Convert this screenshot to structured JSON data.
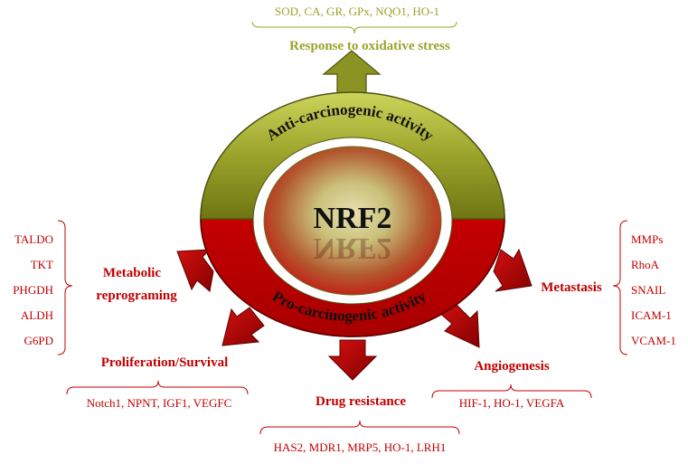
{
  "center": {
    "label": "NRF2"
  },
  "ring": {
    "top_label": "Anti-carcinogenic activity",
    "bottom_label": "Pro-carcinogenic activity"
  },
  "colors": {
    "olive": "#9aa32a",
    "red": "#c00000",
    "arrow_red": "#b30000"
  },
  "oxidative": {
    "title": "Response to oxidative stress",
    "genes": "SOD, CA, GR, GPx, NQO1, HO-1"
  },
  "metabolic": {
    "title_line1": "Metabolic",
    "title_line2": "reprograming",
    "genes": [
      "TALDO",
      "TKT",
      "PHGDH",
      "ALDH",
      "G6PD"
    ]
  },
  "metastasis": {
    "title": "Metastasis",
    "genes": [
      "MMPs",
      "RhoA",
      "SNAIL",
      "ICAM-1",
      "VCAM-1"
    ]
  },
  "proliferation": {
    "title": "Proliferation/Survival",
    "genes": "Notch1, NPNT, IGF1, VEGFC"
  },
  "angiogenesis": {
    "title": "Angiogenesis",
    "genes": "HIF-1, HO-1, VEGFA"
  },
  "drug": {
    "title": "Drug resistance",
    "genes": "HAS2, MDR1, MRP5, HO-1, LRH1"
  }
}
